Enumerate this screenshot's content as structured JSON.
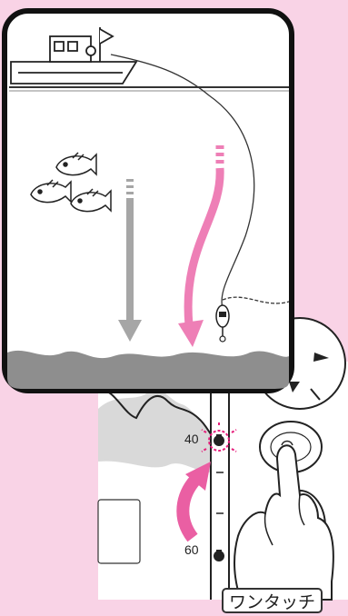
{
  "depth_labels": [
    "40",
    "60"
  ],
  "one_touch_label": "ワンタッチ",
  "colors": {
    "background": "#f9d3e6",
    "seabed": "#8e8e8e",
    "sinking_arrow": "#ee7fb6",
    "pink_arrow": "#ea5fa3",
    "grey_arrow": "#a6a6a6"
  }
}
